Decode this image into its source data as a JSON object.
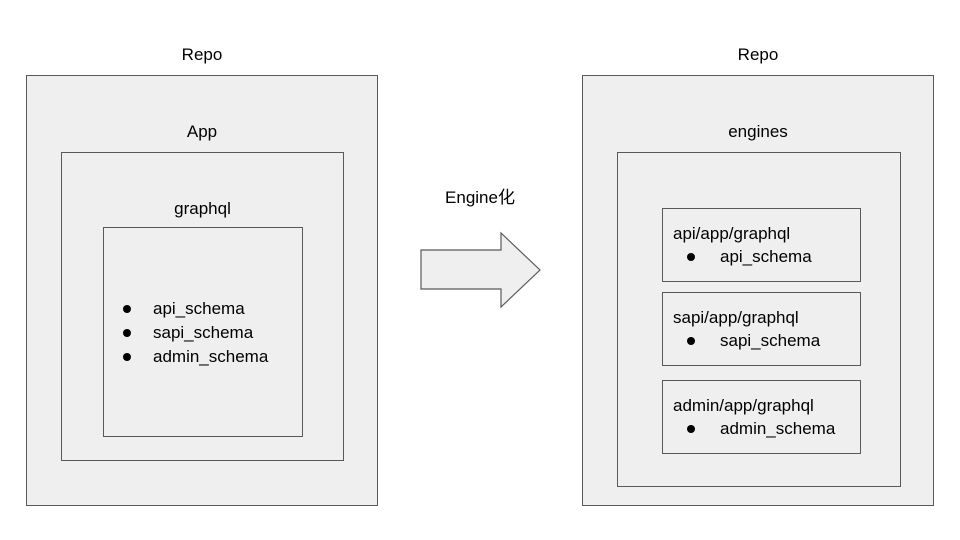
{
  "left": {
    "repo_title": "Repo",
    "app_title": "App",
    "graphql_title": "graphql",
    "schemas": [
      "api_schema",
      "sapi_schema",
      "admin_schema"
    ]
  },
  "arrow": {
    "label": "Engine化",
    "fill": "#efefef",
    "stroke": "#595959"
  },
  "right": {
    "repo_title": "Repo",
    "engines_title": "engines",
    "engines": [
      {
        "path": "api/app/graphql",
        "schema": "api_schema"
      },
      {
        "path": "sapi/app/graphql",
        "schema": "sapi_schema"
      },
      {
        "path": "admin/app/graphql",
        "schema": "admin_schema"
      }
    ]
  },
  "colors": {
    "box_fill": "#efefef",
    "box_border": "#595959"
  }
}
